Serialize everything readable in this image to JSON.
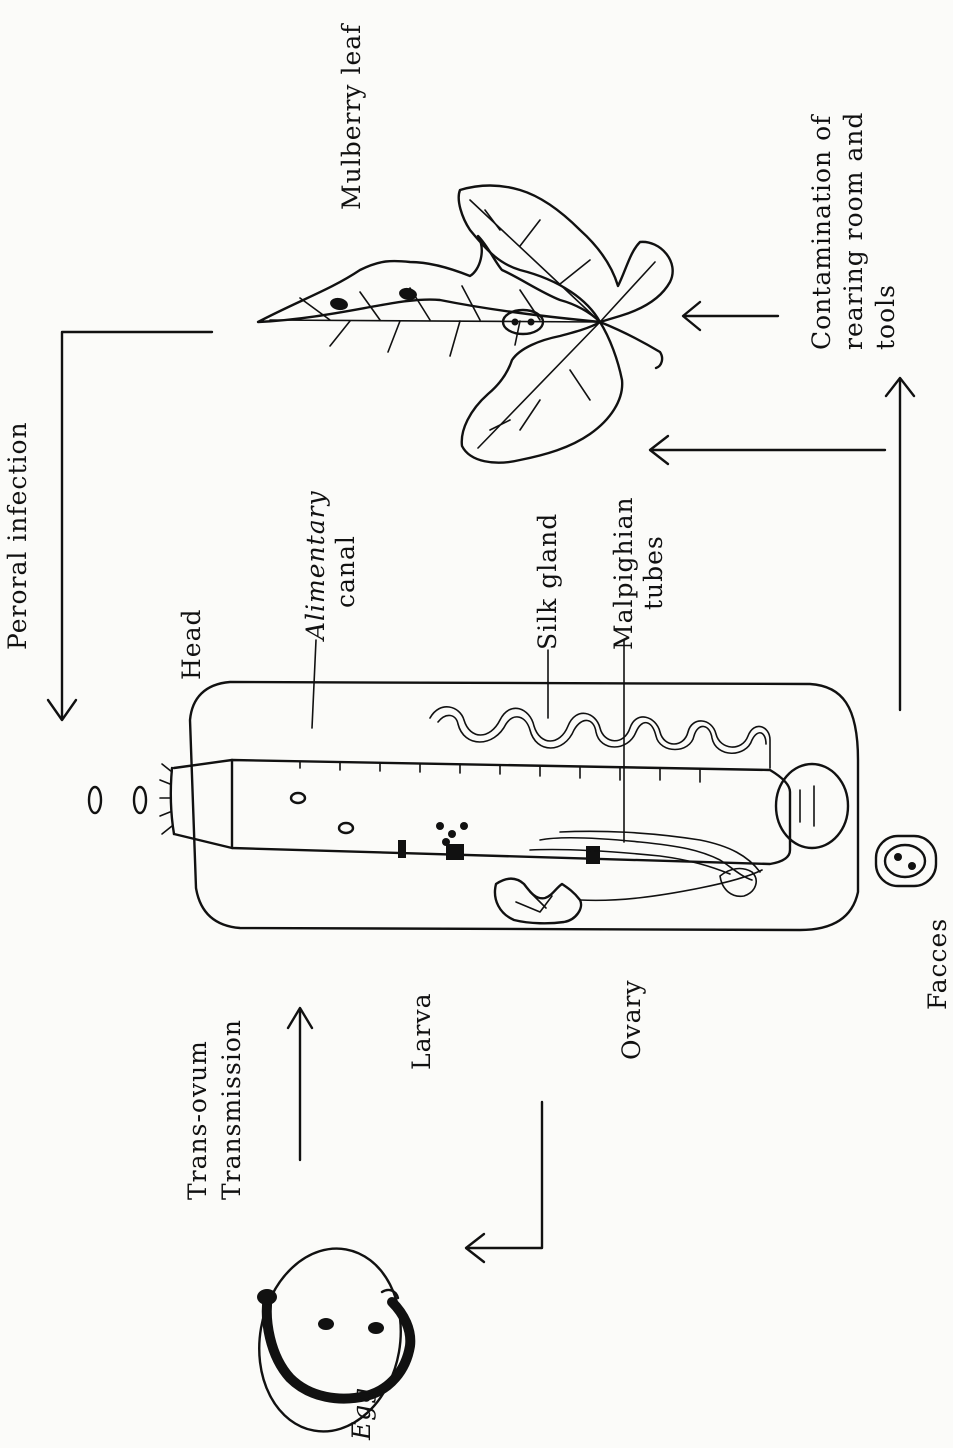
{
  "labels": {
    "mulberry_leaf": "Mulberry leaf",
    "contamination": "Contamination of",
    "contamination_2": "rearing room and",
    "contamination_3": "tools",
    "peroral_infection": "Peroral infection",
    "head": "Head",
    "alimentary_canal_1": "Alimentary",
    "alimentary_canal_2": "canal",
    "silk_gland": "Silk gland",
    "malpighian_1": "Malpighian",
    "malpighian_2": "tubes",
    "larva": "Larva",
    "ovary": "Ovary",
    "faeces": "Facces",
    "trans_ovum_1": "Trans-ovum",
    "trans_ovum_2": "Transmission",
    "egg": "Egg"
  }
}
